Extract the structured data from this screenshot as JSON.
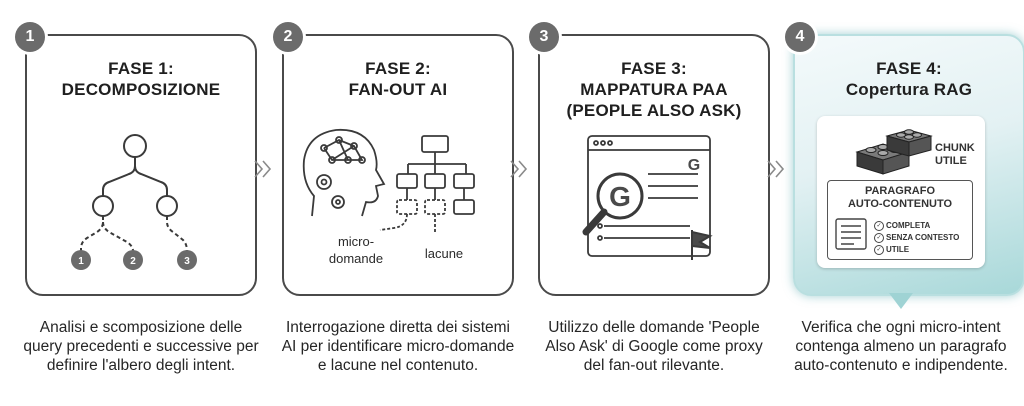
{
  "phases": [
    {
      "number": "1",
      "title": "FASE 1:\nDECOMPOSIZIONE",
      "caption": "Analisi e scomposizione delle query precedenti e successive per definire l'albero degli intent.",
      "nodes": [
        "1",
        "2",
        "3"
      ]
    },
    {
      "number": "2",
      "title": "FASE 2:\nFAN-OUT AI",
      "caption": "Interrogazione diretta dei sistemi AI per identificare micro-domande e lacune nel contenuto.",
      "label_left": "micro-\ndomande",
      "label_right": "lacune"
    },
    {
      "number": "3",
      "title": "FASE 3:\nMAPPATURA PAA\n(PEOPLE ALSO ASK)",
      "caption": "Utilizzo delle domande 'People Also Ask' di Google come proxy del fan-out rilevante.",
      "google_letter": "G"
    },
    {
      "number": "4",
      "title": "FASE 4:\nCopertura RAG",
      "caption": "Verifica che ogni micro-intent contenga almeno un paragrafo auto-contenuto e indipendente.",
      "chunk_label": "CHUNK\nUTILE",
      "paragraph_title": "PARAGRAFO\nAUTO-CONTENUTO",
      "checks": [
        "COMPLETA",
        "SENZA CONTESTO",
        "UTILE"
      ]
    }
  ],
  "colors": {
    "badge": "#6b6b6b",
    "border": "#4a4a4a",
    "highlight": "#a8d8d9",
    "google_icon": "#4a4a4a"
  },
  "icons": [
    "tree-diagram-icon",
    "ai-head-icon",
    "flowchart-icon",
    "browser-search-icon",
    "magnifier-icon",
    "flag-icon",
    "lego-blocks-icon",
    "document-icon",
    "checkmark-icon",
    "chevron-right-icon"
  ]
}
